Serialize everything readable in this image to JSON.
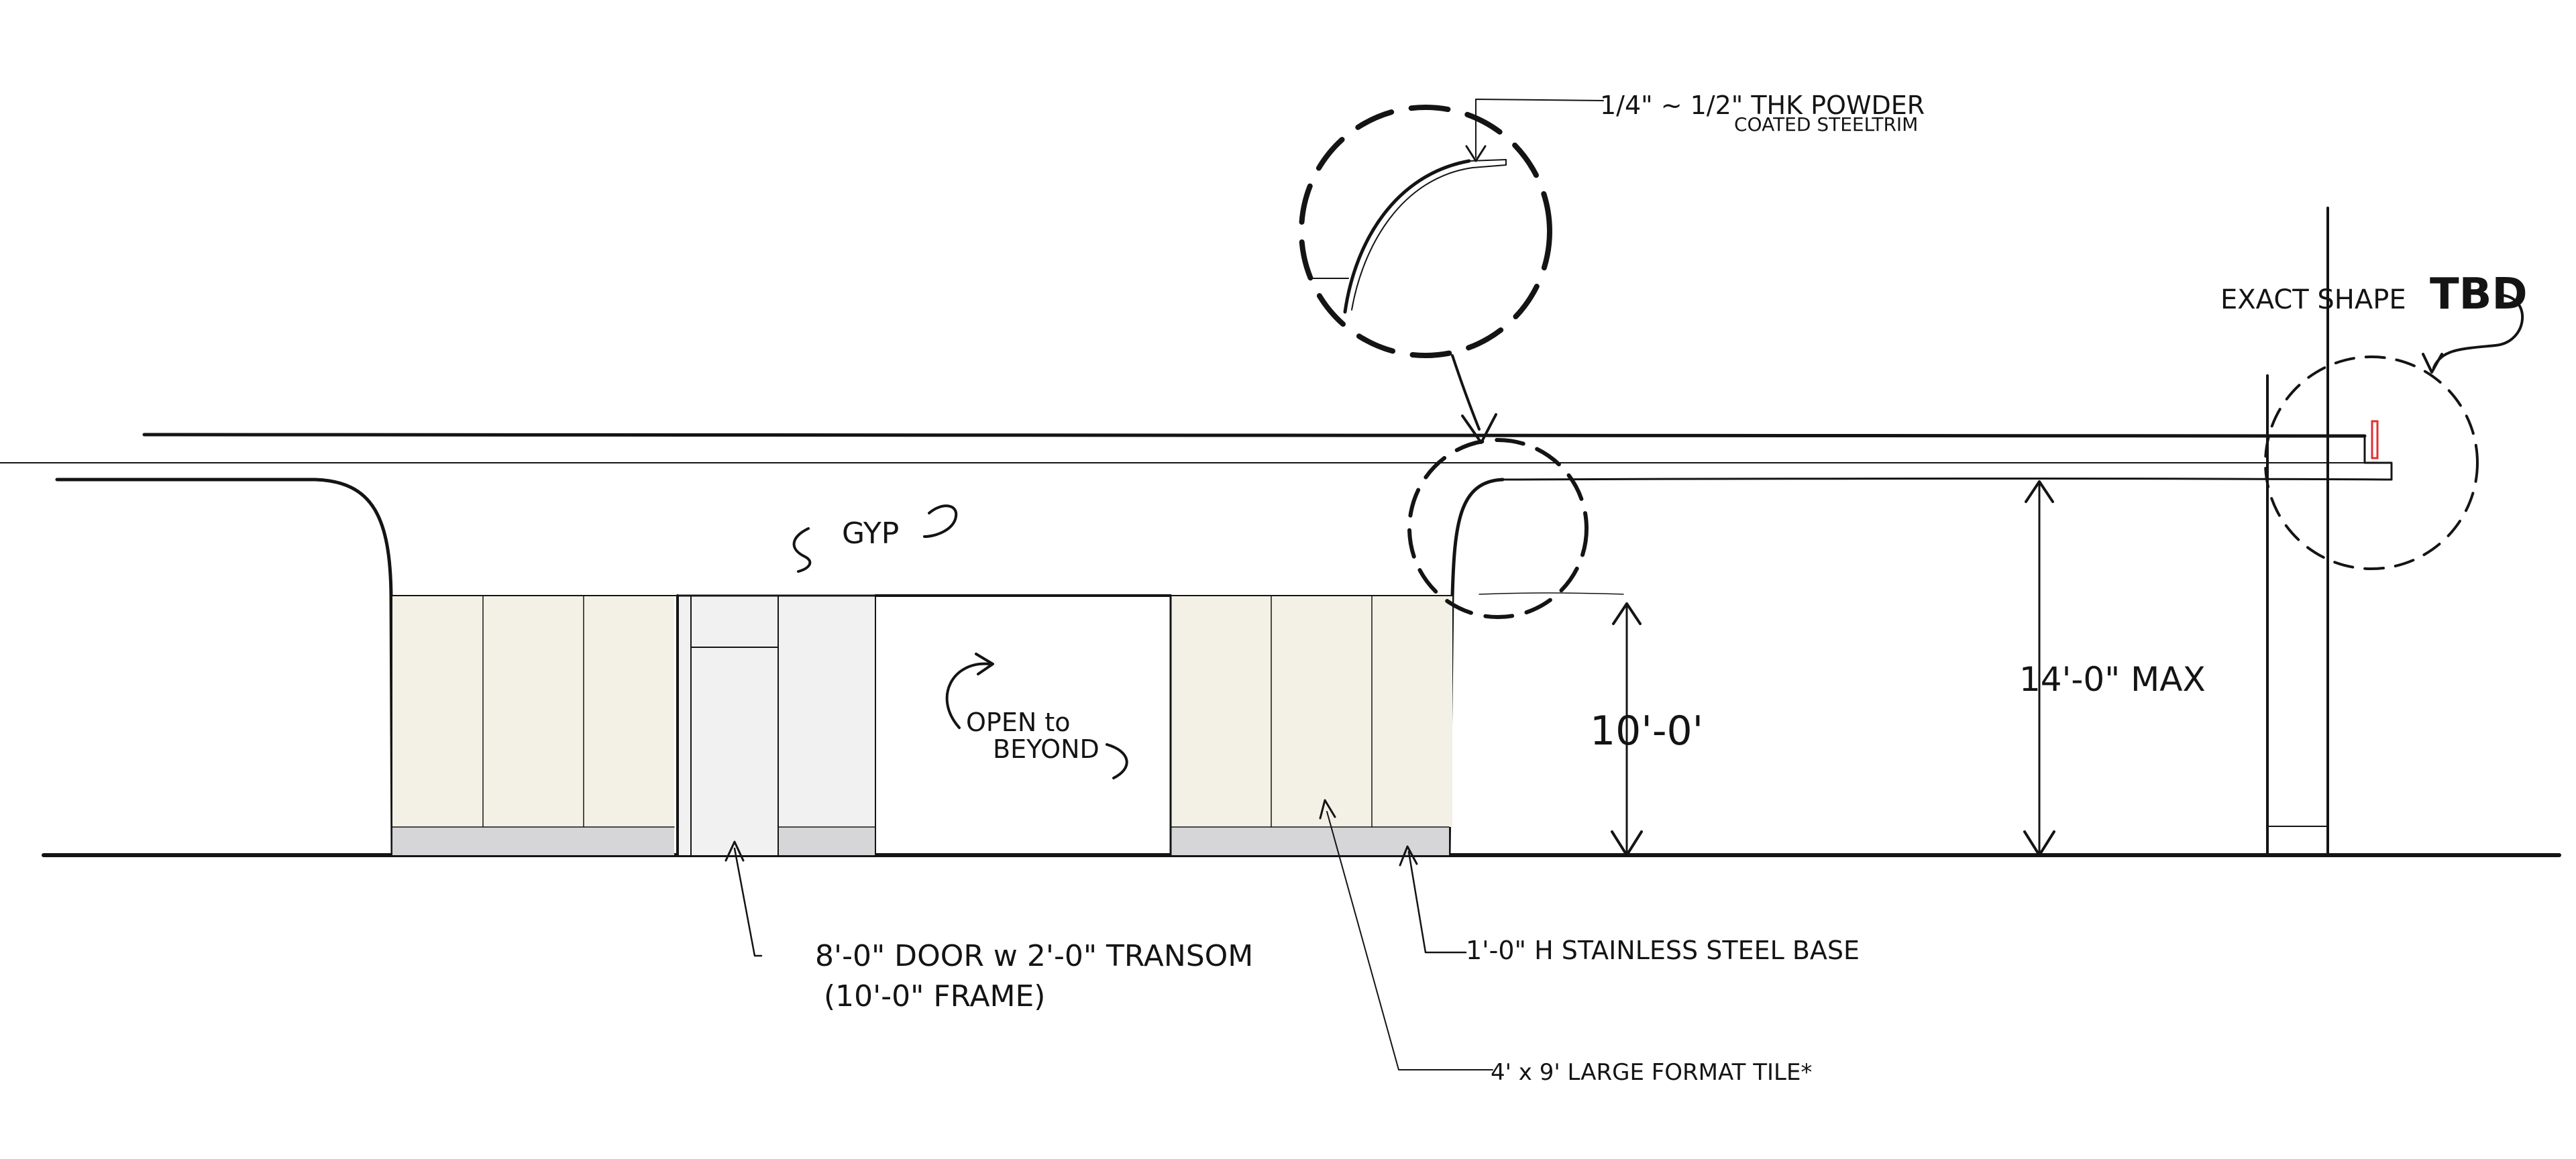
{
  "annotations": {
    "trim_line1": "1/4\" ~ 1/2\" THK POWDER",
    "trim_line2": "COATED STEELTRIM",
    "exact_shape_prefix": "EXACT SHAPE",
    "exact_shape_tbd": "TBD",
    "gyp": "GYP",
    "open_line1": "OPEN to",
    "open_line2": "BEYOND",
    "dim_10": "10'-0'",
    "dim_14": "14'-0\" MAX",
    "door_line1": "8'-0\" DOOR w 2'-0\" TRANSOM",
    "door_line2": "(10'-0\" FRAME)",
    "base": "1'-0\" H STAINLESS STEEL BASE",
    "tile": "4' x 9' LARGE FORMAT TILE*"
  },
  "colors": {
    "ink": "#141414",
    "tile_fill": "#f3f1e6",
    "base_fill": "#d6d6d8",
    "door_fill": "#f1f1f1",
    "accent_red": "#e03030"
  }
}
